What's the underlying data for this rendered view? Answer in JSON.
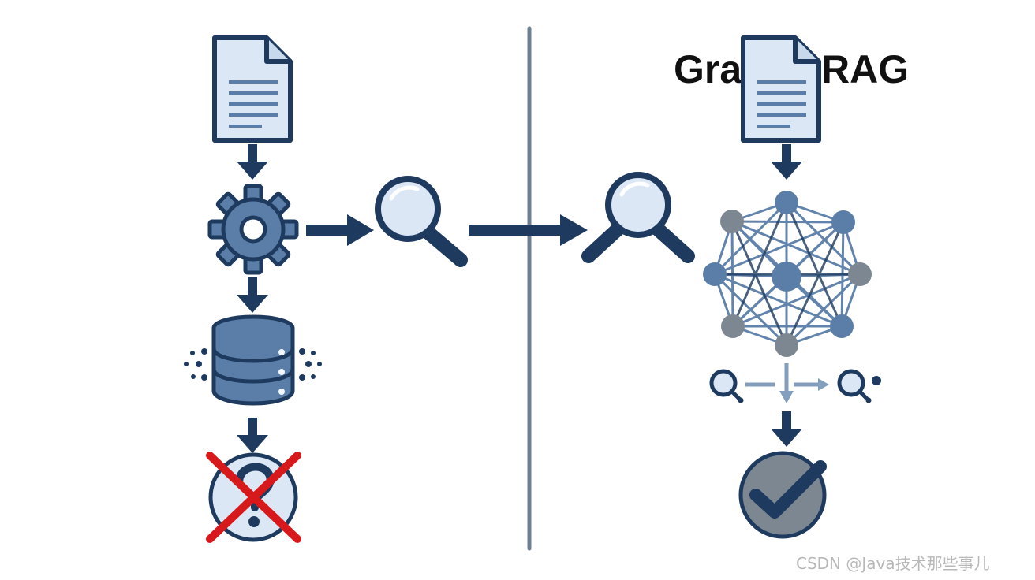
{
  "colors": {
    "navy": "#1e3a5f",
    "steel": "#5a7ea8",
    "light_blue": "#dbe7f5",
    "gray_node": "#7d8792",
    "red_cross": "#d7191c",
    "divider": "#6d7f92",
    "check_fill": "#7d8792"
  },
  "right_panel": {
    "title_left": "Gra",
    "title_right": "RAG"
  },
  "watermark": "CSDN @Java技术那些事儿",
  "icons": {
    "left_document": "document-icon",
    "left_gear": "gear-icon",
    "left_search": "magnifier-icon",
    "left_database": "database-icon",
    "left_failure": "question-cross-icon",
    "right_document": "document-icon",
    "right_search": "magnifier-icon",
    "right_graph": "knowledge-graph-icon",
    "right_query_left": "query-icon",
    "right_query_right": "query-icon",
    "right_success": "checkmark-icon"
  }
}
